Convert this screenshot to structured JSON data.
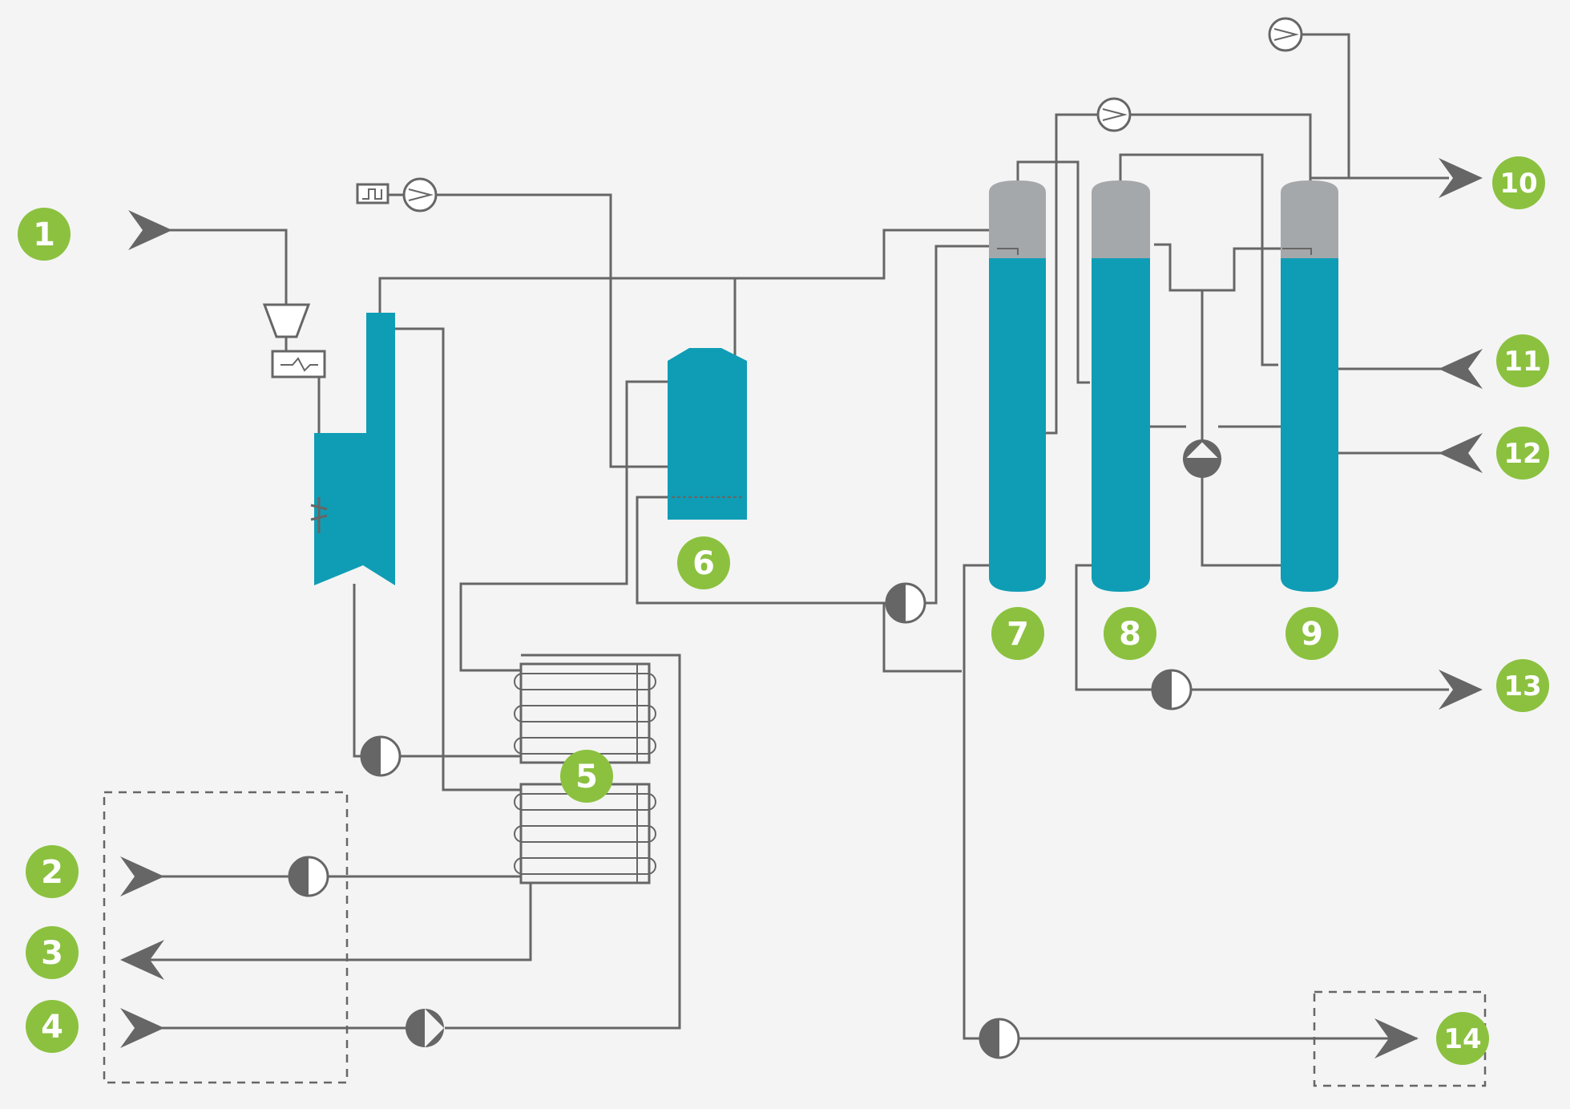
{
  "colors": {
    "background": "#f4f4f4",
    "pipe": "#666666",
    "vessel": "#0f9db5",
    "vessel_cap": "#a5a8ab",
    "badge": "#8bc13f",
    "badge_text": "#ffffff"
  },
  "markers": [
    "1",
    "2",
    "3",
    "4",
    "5",
    "6",
    "7",
    "8",
    "9",
    "10",
    "11",
    "12",
    "13",
    "14"
  ]
}
